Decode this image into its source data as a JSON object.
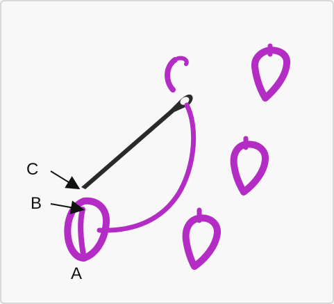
{
  "labels": {
    "c": "C",
    "b": "B",
    "a": "A"
  },
  "colors": {
    "stitch": "#b32cc4",
    "needle": "#2a2a2a",
    "arrow": "#111111",
    "background": "#f7f7f7"
  }
}
